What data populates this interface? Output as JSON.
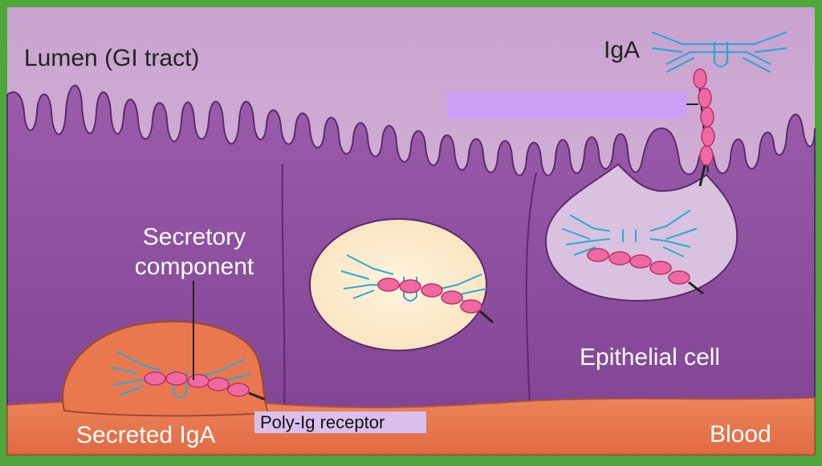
{
  "labels": {
    "lumen": "Lumen (GI tract)",
    "iga": "IgA",
    "secretory_line1": "Secretory",
    "secretory_line2": "component",
    "epithelial_cell": "Epithelial cell",
    "secreted_iga": "Secreted IgA",
    "poly_ig_receptor": "Poly-Ig receptor",
    "blood": "Blood"
  },
  "colors": {
    "frame": "#4fa63a",
    "lumen": "#d9b3d9",
    "cell": "#8e4f9e",
    "blood": "#e8764f",
    "antibody": "#2aa8d8",
    "receptor": "#e0457f",
    "vesicle_light": "#fbe8c8",
    "vesicle_lilac": "#dcc6e2",
    "redaction": "#c9a0f5"
  }
}
